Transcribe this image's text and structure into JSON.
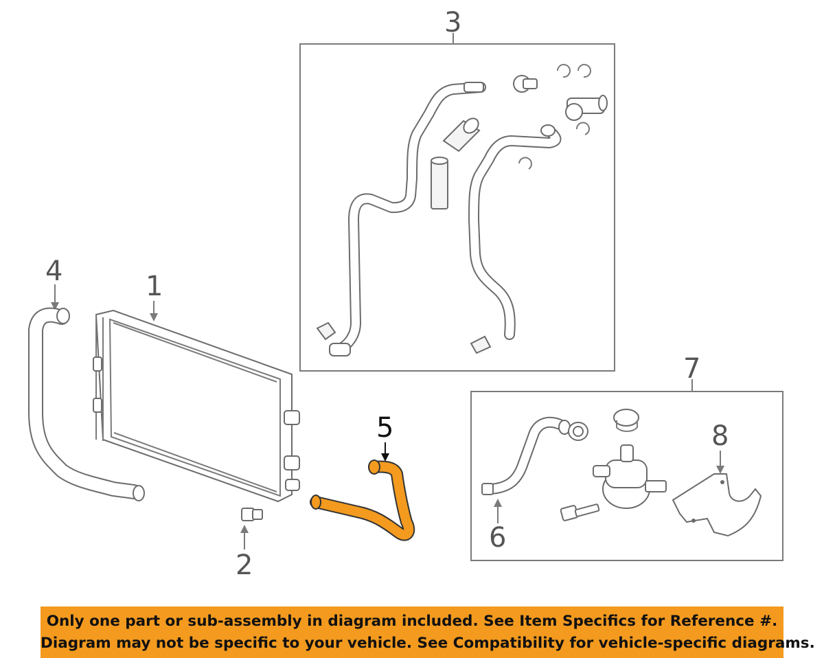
{
  "callouts": {
    "c1": "1",
    "c2": "2",
    "c3": "3",
    "c4": "4",
    "c5": "5",
    "c6": "6",
    "c7": "7",
    "c8": "8"
  },
  "notice": {
    "line1": "Only one part or sub-assembly in diagram included. See Item Specifics for Reference #.",
    "line2": "Diagram may not be specific to your vehicle. See Compatibility for vehicle-specific diagrams."
  },
  "colors": {
    "highlight": "#f39a1f",
    "linework": "#6b6b6b",
    "background": "#ffffff"
  }
}
